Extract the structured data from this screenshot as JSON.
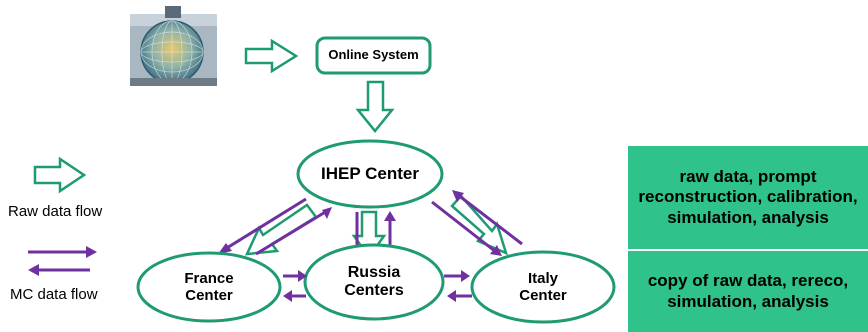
{
  "nodes": {
    "online_system": "Online System",
    "ihep_center": "IHEP Center",
    "france_center": "France\nCenter",
    "russia_centers": "Russia\nCenters",
    "italy_center": "Italy\nCenter"
  },
  "legend": {
    "raw_data_flow": "Raw data flow",
    "mc_data_flow": "MC data flow"
  },
  "info": {
    "ihep_role": "raw data, prompt reconstruction, calibration, simulation, analysis",
    "remote_role": "copy of raw data, rereco, simulation, analysis"
  },
  "colors": {
    "raw_flow": "#1f9a72",
    "mc_flow": "#7030a0",
    "box_fill": "#2fc28a",
    "node_border": "#1f9a72"
  },
  "icons": {
    "detector": "detector-image-icon"
  }
}
